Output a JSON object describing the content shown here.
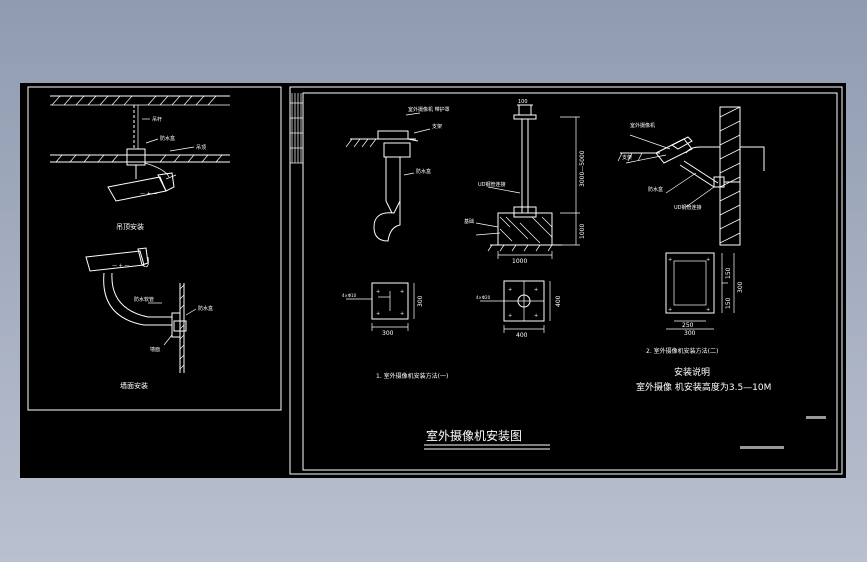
{
  "drawing": {
    "title": "室外摄像机安装图",
    "install_note_title": "安装说明",
    "install_note_text": "室外摄像 机安装高度为3.5—10M",
    "caption_left_1": "吊顶安装",
    "caption_left_2": "墙面安装",
    "caption_method_1": "1. 室外摄像机安装方法(一)",
    "caption_method_2": "2. 室外摄像机安装方法(二)"
  },
  "dims": {
    "pole_height": "3000—5000",
    "base_height": "1000",
    "base_width": "1000",
    "pole_top": "100",
    "plate1_w": "300",
    "plate1_h": "300",
    "plate2_w": "400",
    "plate2_h": "400",
    "plate3_w_inner": "250",
    "plate3_w_outer": "300",
    "plate3_h_1": "150",
    "plate3_h_2": "150",
    "plate3_h_total": "300"
  },
  "colors": {
    "background": "#000000",
    "lines": "#ffffff",
    "window_bg": "#a7b0c2"
  }
}
